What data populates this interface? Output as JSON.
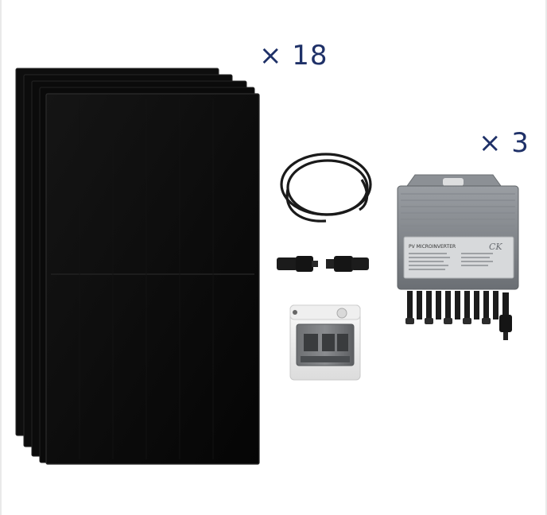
{
  "quantities": {
    "solar_panels": "× 18",
    "microinverters": "× 3"
  },
  "product_text": {
    "inverter_title": "PV MICROINVERTER",
    "brand_mark": "CK"
  },
  "colors": {
    "quantity_text": "#1f3168",
    "panel": "#0a0a0a",
    "inverter_body": "#7d8186",
    "breaker_box": "#f2f2f2"
  },
  "icons": [
    "solar-panel-stack",
    "dc-cable-coil",
    "mc4-connector",
    "breaker-box",
    "microinverter"
  ]
}
